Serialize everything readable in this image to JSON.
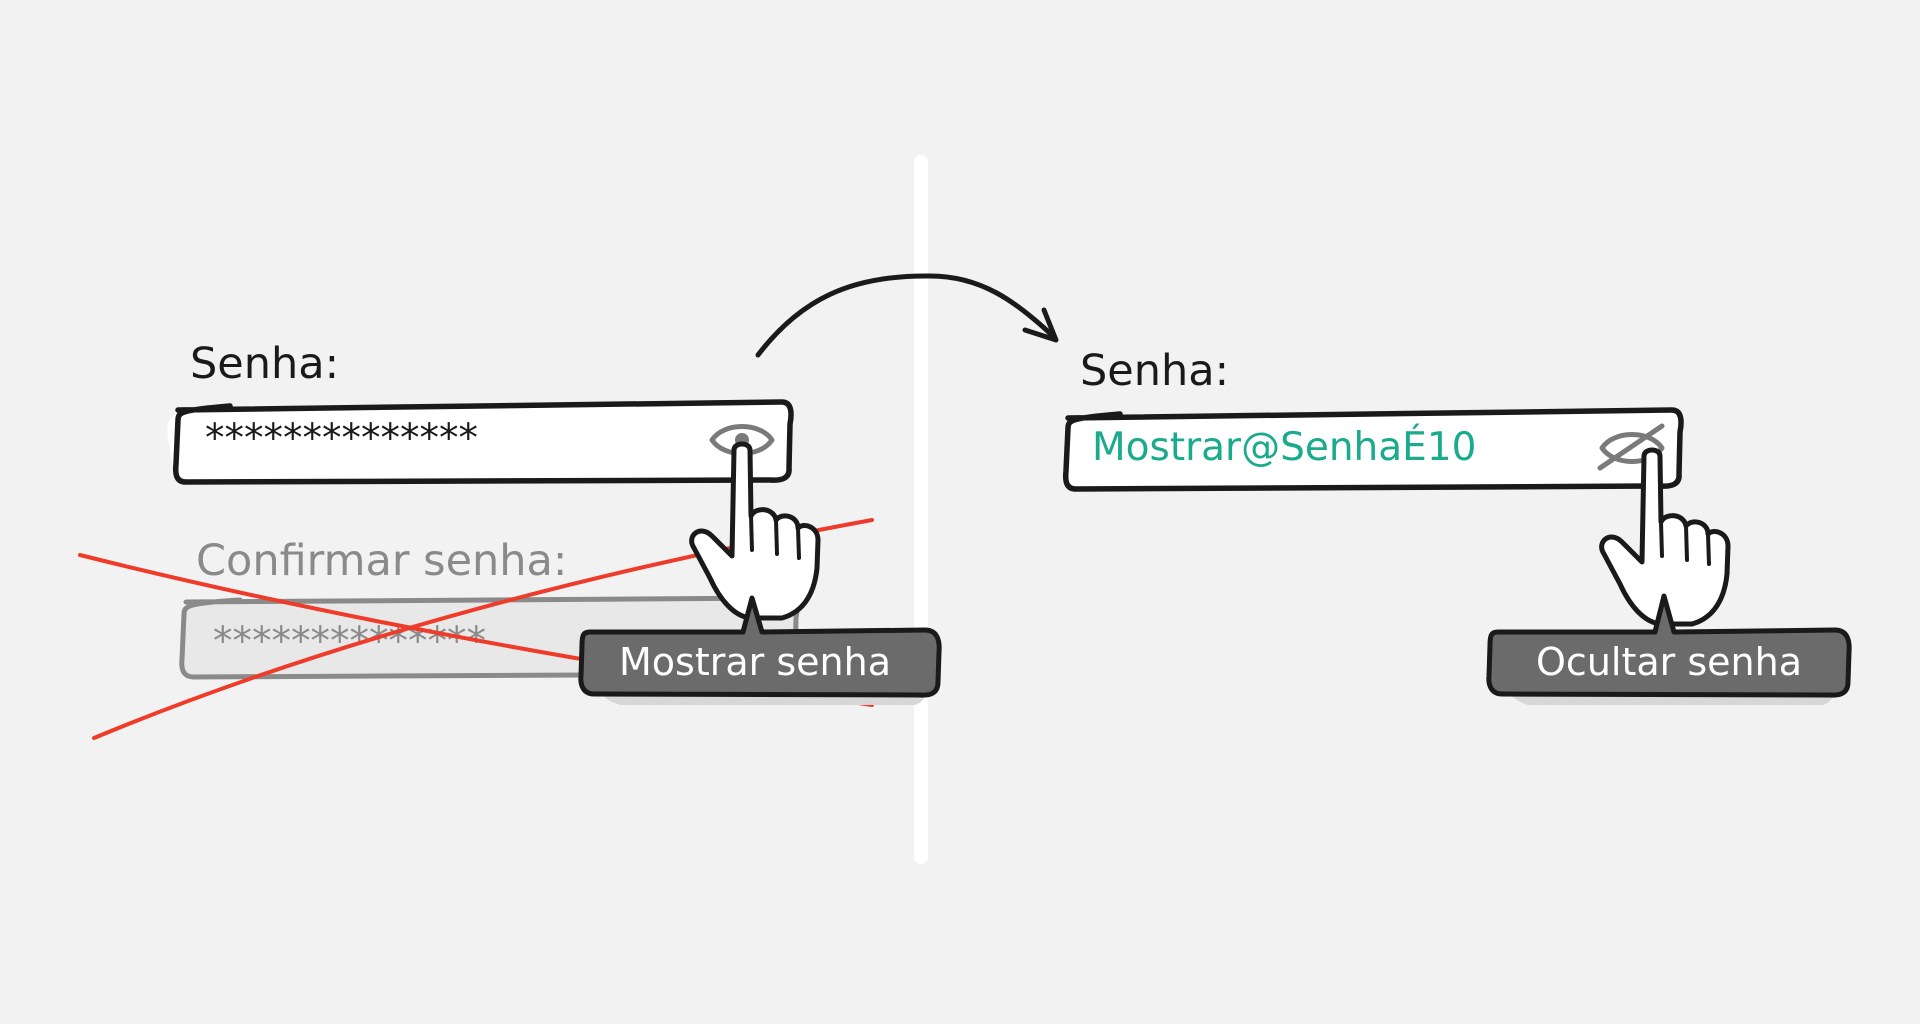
{
  "left_panel": {
    "password_label": "Senha:",
    "password_value": "**************",
    "confirm_label": "Confirmar senha:",
    "confirm_value": "**************",
    "tooltip": "Mostrar senha",
    "eye_icon": "eye-icon"
  },
  "right_panel": {
    "password_label": "Senha:",
    "password_value": "Mostrar@SenhaÉ10",
    "tooltip": "Ocultar senha",
    "eye_icon": "eye-slash-icon"
  },
  "colors": {
    "background": "#f2f2f2",
    "ink": "#1a1a1a",
    "muted": "#8a8a8a",
    "revealed_text": "#1aaa8c",
    "strike": "#ee3b2a",
    "tooltip_bg": "#6b6b6b"
  }
}
